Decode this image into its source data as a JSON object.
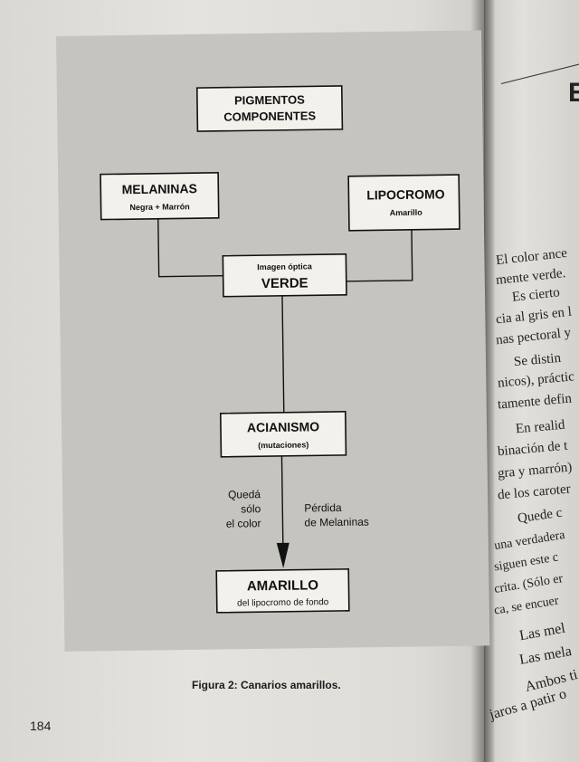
{
  "diagram": {
    "root": {
      "line1": "PIGMENTOS",
      "line2": "COMPONENTES"
    },
    "melaninas": {
      "title": "MELANINAS",
      "subtitle": "Negra + Marrón"
    },
    "lipocromo": {
      "title": "LIPOCROMO",
      "subtitle": "Amarillo"
    },
    "verde": {
      "subtitle": "Imagen óptica",
      "title": "VERDE"
    },
    "acianismo": {
      "title": "ACIANISMO",
      "subtitle": "(mutaciones)"
    },
    "amarillo": {
      "title": "AMARILLO",
      "subtitle": "del lipocromo de fondo"
    },
    "label_left": [
      "Quedá",
      "sólo",
      "el color"
    ],
    "label_right": [
      "Pérdida",
      "de Melaninas"
    ]
  },
  "caption": "Figura 2: Canarios amarillos.",
  "page_number": "184",
  "right_page": {
    "heading": "E",
    "lines": [
      "El color ance",
      "mente verde.",
      "Es cierto",
      "cia al gris en l",
      "nas pectoral y",
      "Se distin",
      "nicos), práctic",
      "tamente defin",
      "En realid",
      "binación de t",
      "gra y marrón)",
      "de los caroter",
      "Quede c",
      "una verdadera",
      "siguen este c",
      "crita. (Sólo er",
      "ca, se encuer",
      "Las mel",
      "Las mela",
      "Ambos ti",
      "jaros a patir o"
    ]
  }
}
